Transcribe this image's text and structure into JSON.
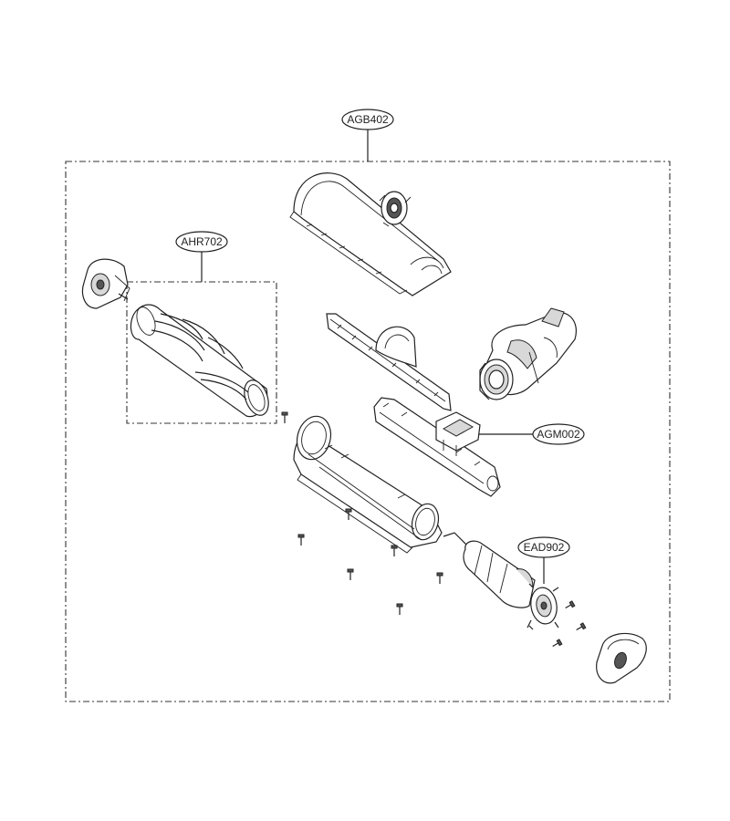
{
  "callouts": {
    "agb": "AGB402",
    "ahr": "AHR702",
    "agm": "AGM002",
    "ead": "EAD902"
  }
}
